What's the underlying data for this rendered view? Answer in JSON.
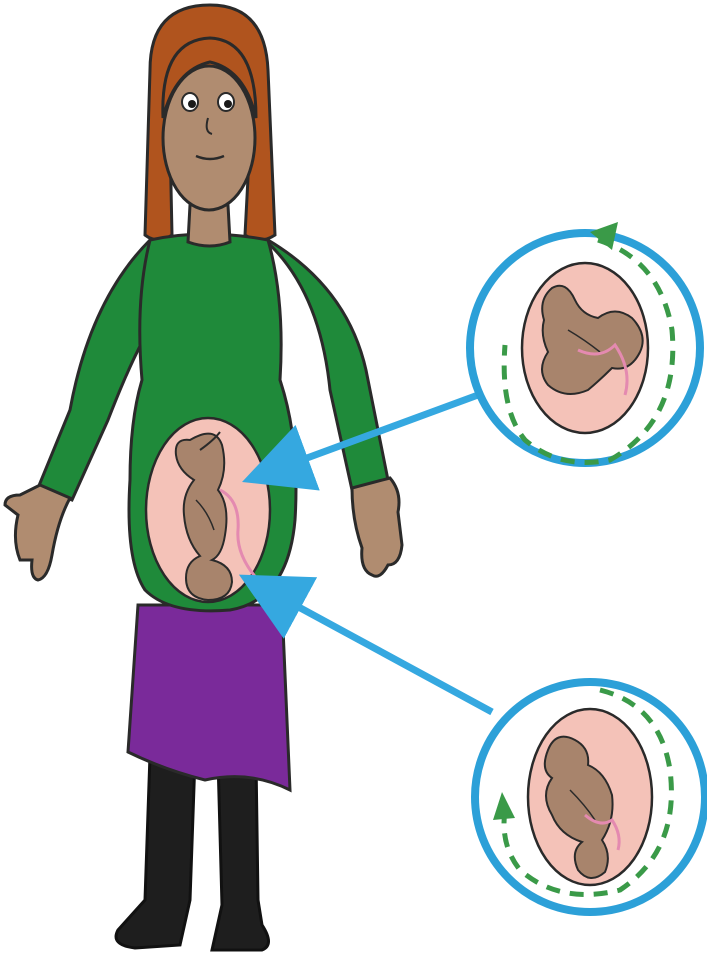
{
  "illustration": {
    "figures": [
      "pregnant-woman",
      "baby-in-womb-head-up",
      "baby-turning-clockwise",
      "baby-turning-anticlockwise"
    ]
  },
  "colors": {
    "background": "#ffffff",
    "skin": "#b08c70",
    "hair": "#b0541e",
    "top": "#1f8a3a",
    "skirt": "#7a2a9a",
    "legs": "#1e1e1e",
    "womb": "#f4c2b8",
    "baby": "#a8846c",
    "cord": "#e48ab0",
    "circle_ring": "#2ca0d8",
    "arrow": "#35a8e0",
    "rotation_arrow": "#3a9a48",
    "outline": "#2a2a2a"
  }
}
